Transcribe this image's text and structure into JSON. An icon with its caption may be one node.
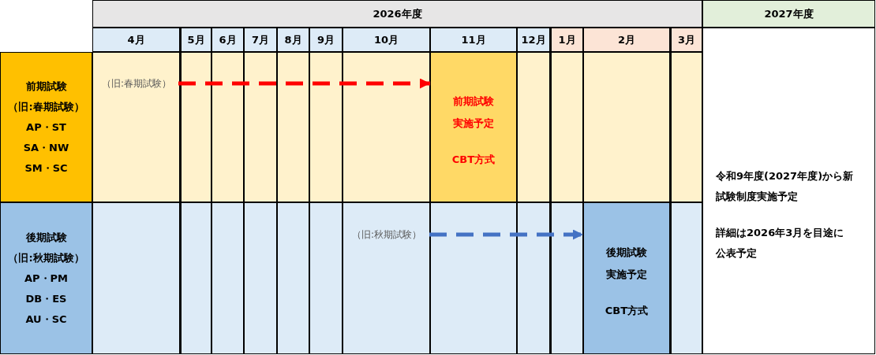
{
  "diagram": {
    "nodes": [
      {
        "text": [
          "前期試験",
          "（旧:春期試験）",
          "AP・ST",
          "SA・NW",
          "SM・SC"
        ]
      },
      {
        "text": [
          "（旧:春期試験）"
        ]
      },
      {
        "text": [
          "前期試験",
          "実施予定",
          "CBT方式"
        ]
      },
      {
        "text": [
          "後期試験",
          "（旧:秋期試験）",
          "AP・PM",
          "DB・ES",
          "AU・SC"
        ]
      },
      {
        "text": [
          "（旧:秋期試験）"
        ]
      },
      {
        "text": [
          "後期試験",
          "実施予定",
          "CBT方式"
        ]
      },
      {
        "text": [
          "令和9年度(2027年度)から新試験制度実施予定",
          "詳細は2026年3月を目途に公表予定"
        ]
      }
    ],
    "edges": [
      {
        "from": 1,
        "to": 2,
        "arrow": "to",
        "style": "dashed",
        "color": "#ff0000"
      },
      {
        "from": 4,
        "to": 5,
        "arrow": "to",
        "style": "dashed",
        "color": "#4472c4"
      }
    ],
    "labels": [
      "2026年度",
      "2027年度",
      "4月",
      "5月",
      "6月",
      "7月",
      "8月",
      "9月",
      "10月",
      "11月",
      "12月",
      "1月",
      "2月",
      "3月"
    ]
  }
}
